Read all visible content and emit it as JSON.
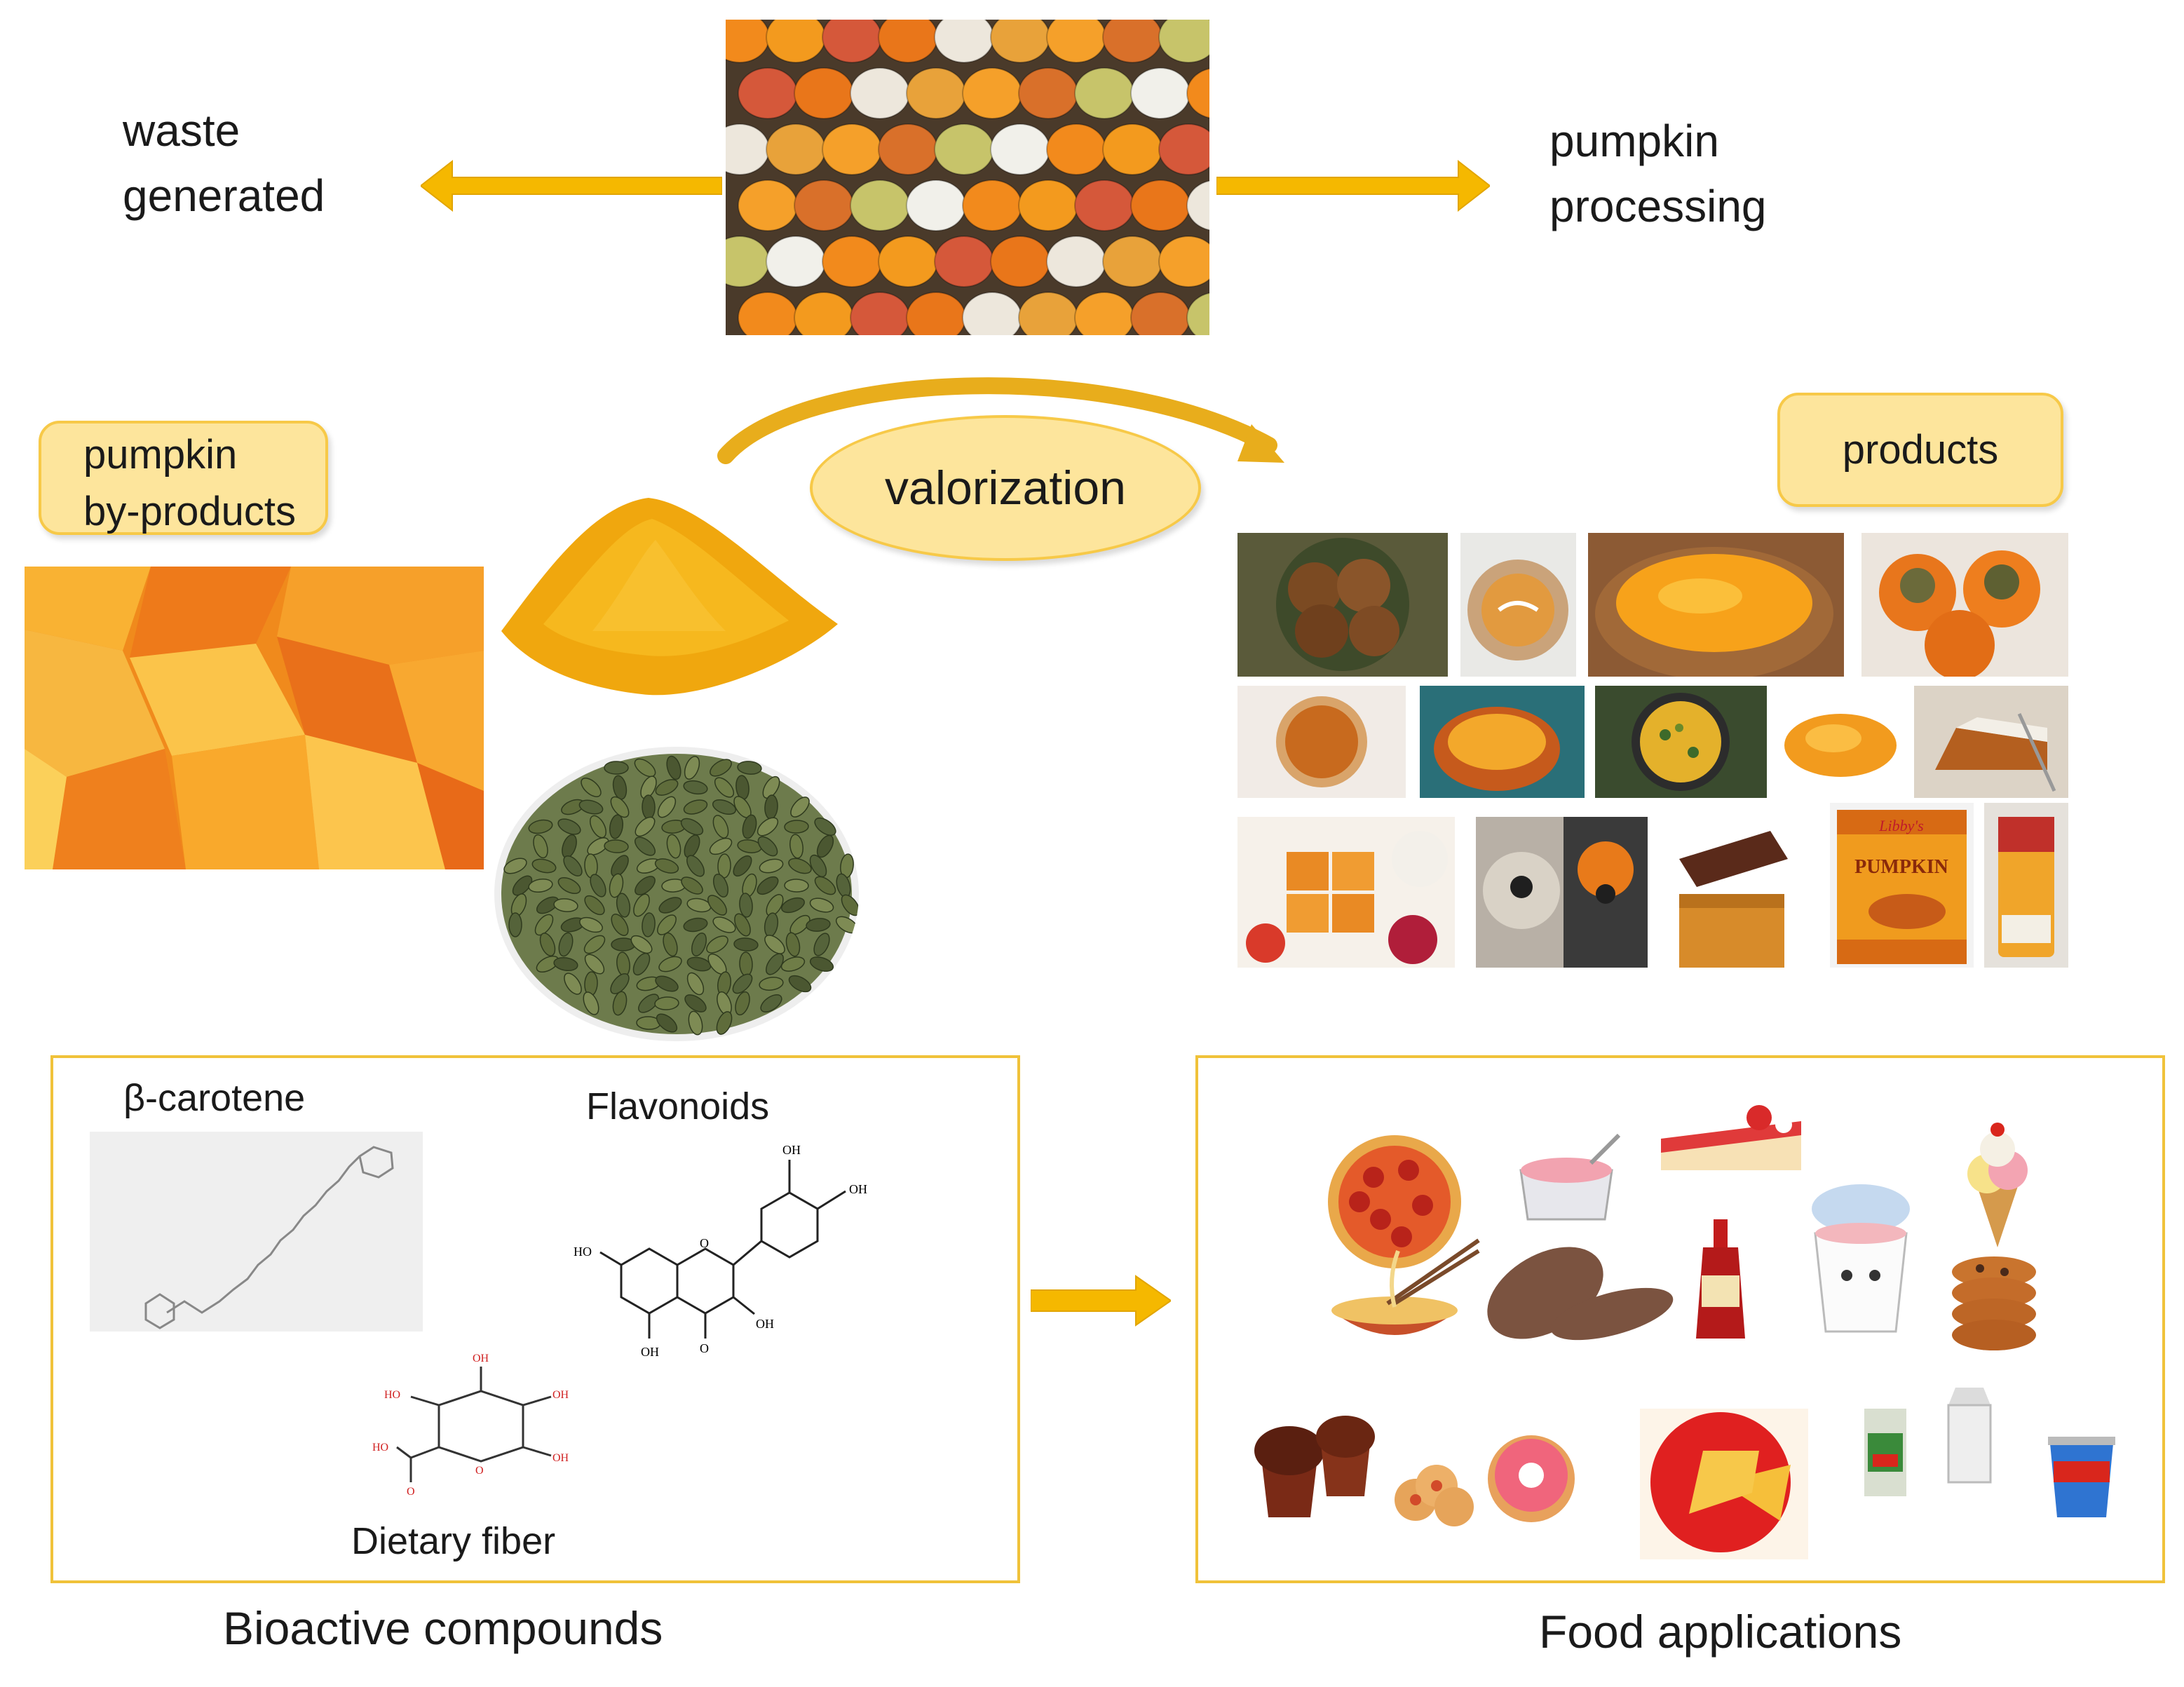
{
  "top": {
    "left_label_line1": "waste",
    "left_label_line2": "generated",
    "right_label_line1": "pumpkin",
    "right_label_line2": "processing"
  },
  "center": {
    "valorization": "valorization"
  },
  "byproducts": {
    "label_line1": "pumpkin",
    "label_line2": "by-products"
  },
  "products": {
    "label": "products",
    "can_brand": "Libby's",
    "can_label": "PUMPKIN"
  },
  "bioactive": {
    "caption": "Bioactive compounds",
    "beta_carotene": "β-carotene",
    "flavonoids": "Flavonoids",
    "dietary_fiber": "Dietary fiber",
    "oh": "OH",
    "ho": "HO",
    "o": "O"
  },
  "food": {
    "caption": "Food applications"
  },
  "colors": {
    "accent": "#f5b800",
    "pill_fill": "#fde59c",
    "frame": "#f0c23a"
  },
  "icons": [
    "arrow-left-icon",
    "arrow-right-icon",
    "curved-arrow-icon",
    "pizza-icon",
    "yogurt-cup-icon",
    "cake-slice-icon",
    "ice-cream-icon",
    "noodle-bowl-icon",
    "bread-loaf-icon",
    "hot-sauce-icon",
    "cookies-icon",
    "muffin-icon",
    "donut-icon",
    "cheese-icon",
    "juice-carton-icon",
    "milk-carton-icon",
    "cup-icon"
  ]
}
